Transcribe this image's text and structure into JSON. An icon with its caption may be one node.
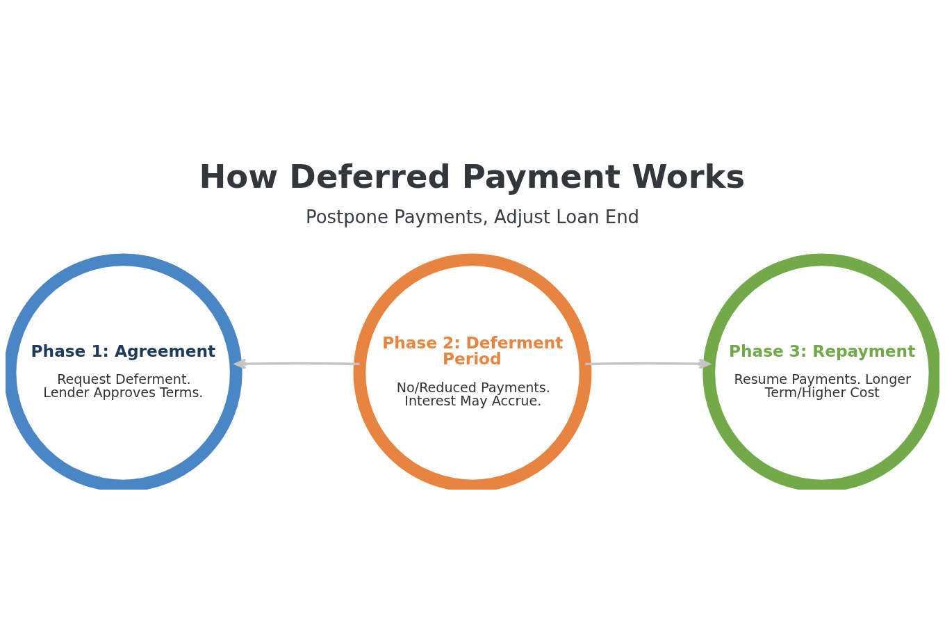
{
  "diagram": {
    "title": "How Deferred Payment Works",
    "nodes": [
      {
        "text": [
          "Phase 1: Agreement",
          "Request Deferment. Lender Approves Terms."
        ]
      },
      {
        "text": [
          "Phase 2: Deferment Period",
          "No/Reduced Payments. Interest May Accrue."
        ]
      },
      {
        "text": [
          "Phase 3: Repayment",
          "Resume Payments. Longer Term/Higher Cost"
        ]
      }
    ],
    "edges": [
      {
        "from": 1,
        "to": 0,
        "arrow": "to"
      },
      {
        "from": 1,
        "to": 2,
        "arrow": "to"
      }
    ],
    "labels": [
      "Postpone Payments, Adjust Loan End"
    ]
  }
}
